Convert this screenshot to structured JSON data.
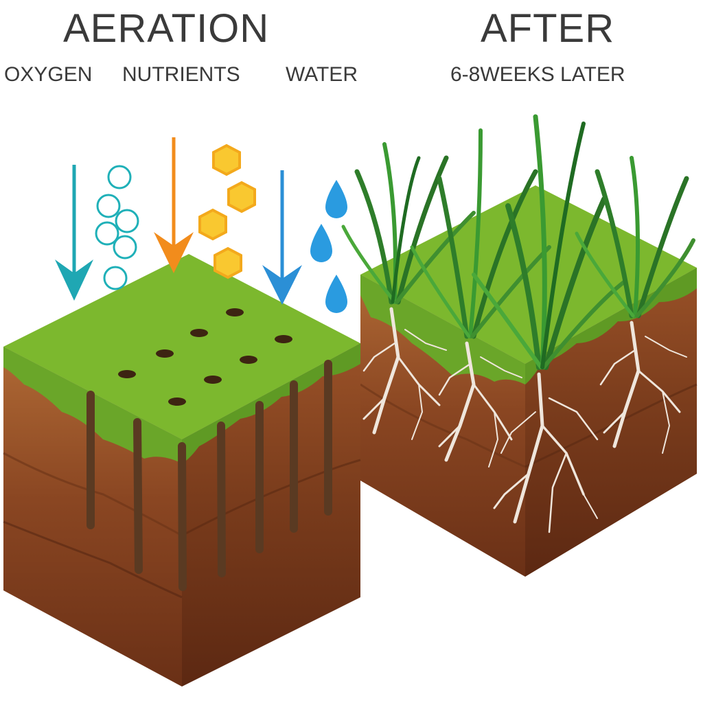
{
  "titles": {
    "aeration": "AERATION",
    "after": "AFTER"
  },
  "labels": {
    "oxygen": "OXYGEN",
    "nutrients": "NUTRIENTS",
    "water": "WATER",
    "after_time": "6-8WEEKS LATER"
  },
  "colors": {
    "grass_top": "#7cb82e",
    "soil_light": "#a05a2c",
    "soil_dark": "#6e3518",
    "oxygen_arrow": "#1fa7b3",
    "nutrient_arrow": "#f28c1c",
    "water_arrow": "#2b8fd6",
    "nutrient_hex": "#f9c830",
    "water_drop": "#2a9be0",
    "root": "#efe6dc",
    "grass_blade": "#2f8a2a"
  }
}
